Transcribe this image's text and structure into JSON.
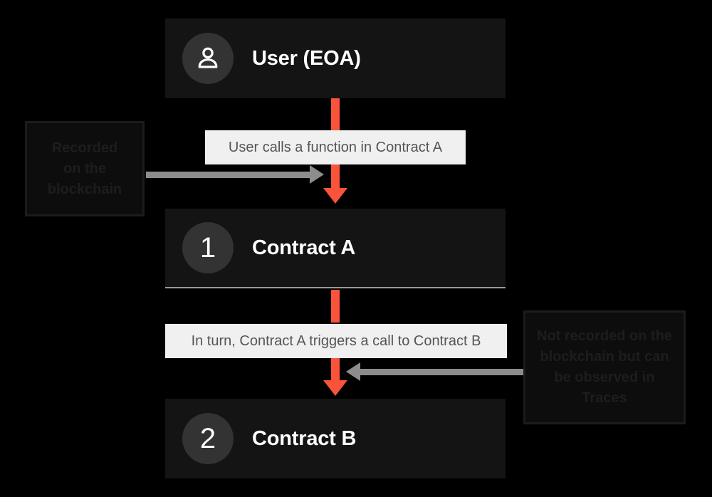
{
  "diagram": {
    "title": "Transaction call flow",
    "background_color": "#000000",
    "accent_color": "#f9543a",
    "node_fill_color": "#141414",
    "badge_color": "#333333",
    "chip_color": "#f0f0f0",
    "gray_arrow_color": "#8c8c8c"
  },
  "nodes": [
    {
      "id": "user",
      "badge": "person-icon",
      "label": "User (EOA)"
    },
    {
      "id": "contract_a",
      "badge": "1",
      "label": "Contract A"
    },
    {
      "id": "contract_b",
      "badge": "2",
      "label": "Contract B"
    }
  ],
  "connectors": [
    {
      "id": "call_1",
      "from": "user",
      "to": "contract_a",
      "label": "User calls a function in Contract A",
      "color": "#f9543a"
    },
    {
      "id": "call_2",
      "from": "contract_a",
      "to": "contract_b",
      "label": "In turn, Contract A triggers a call to Contract B",
      "color": "#f9543a"
    }
  ],
  "annotations": [
    {
      "id": "recorded",
      "text": "Recorded on the blockchain",
      "lines": [
        "Recorded",
        "on the",
        "blockchain"
      ],
      "points_to": "call_1",
      "arrow_direction": "right"
    },
    {
      "id": "not_recorded",
      "text": "Not recorded on the blockchain but can be observed in Traces",
      "lines": [
        "Not recorded on the",
        "blockchain but can",
        "be observed in",
        "Traces"
      ],
      "points_to": "call_2",
      "arrow_direction": "left"
    }
  ]
}
